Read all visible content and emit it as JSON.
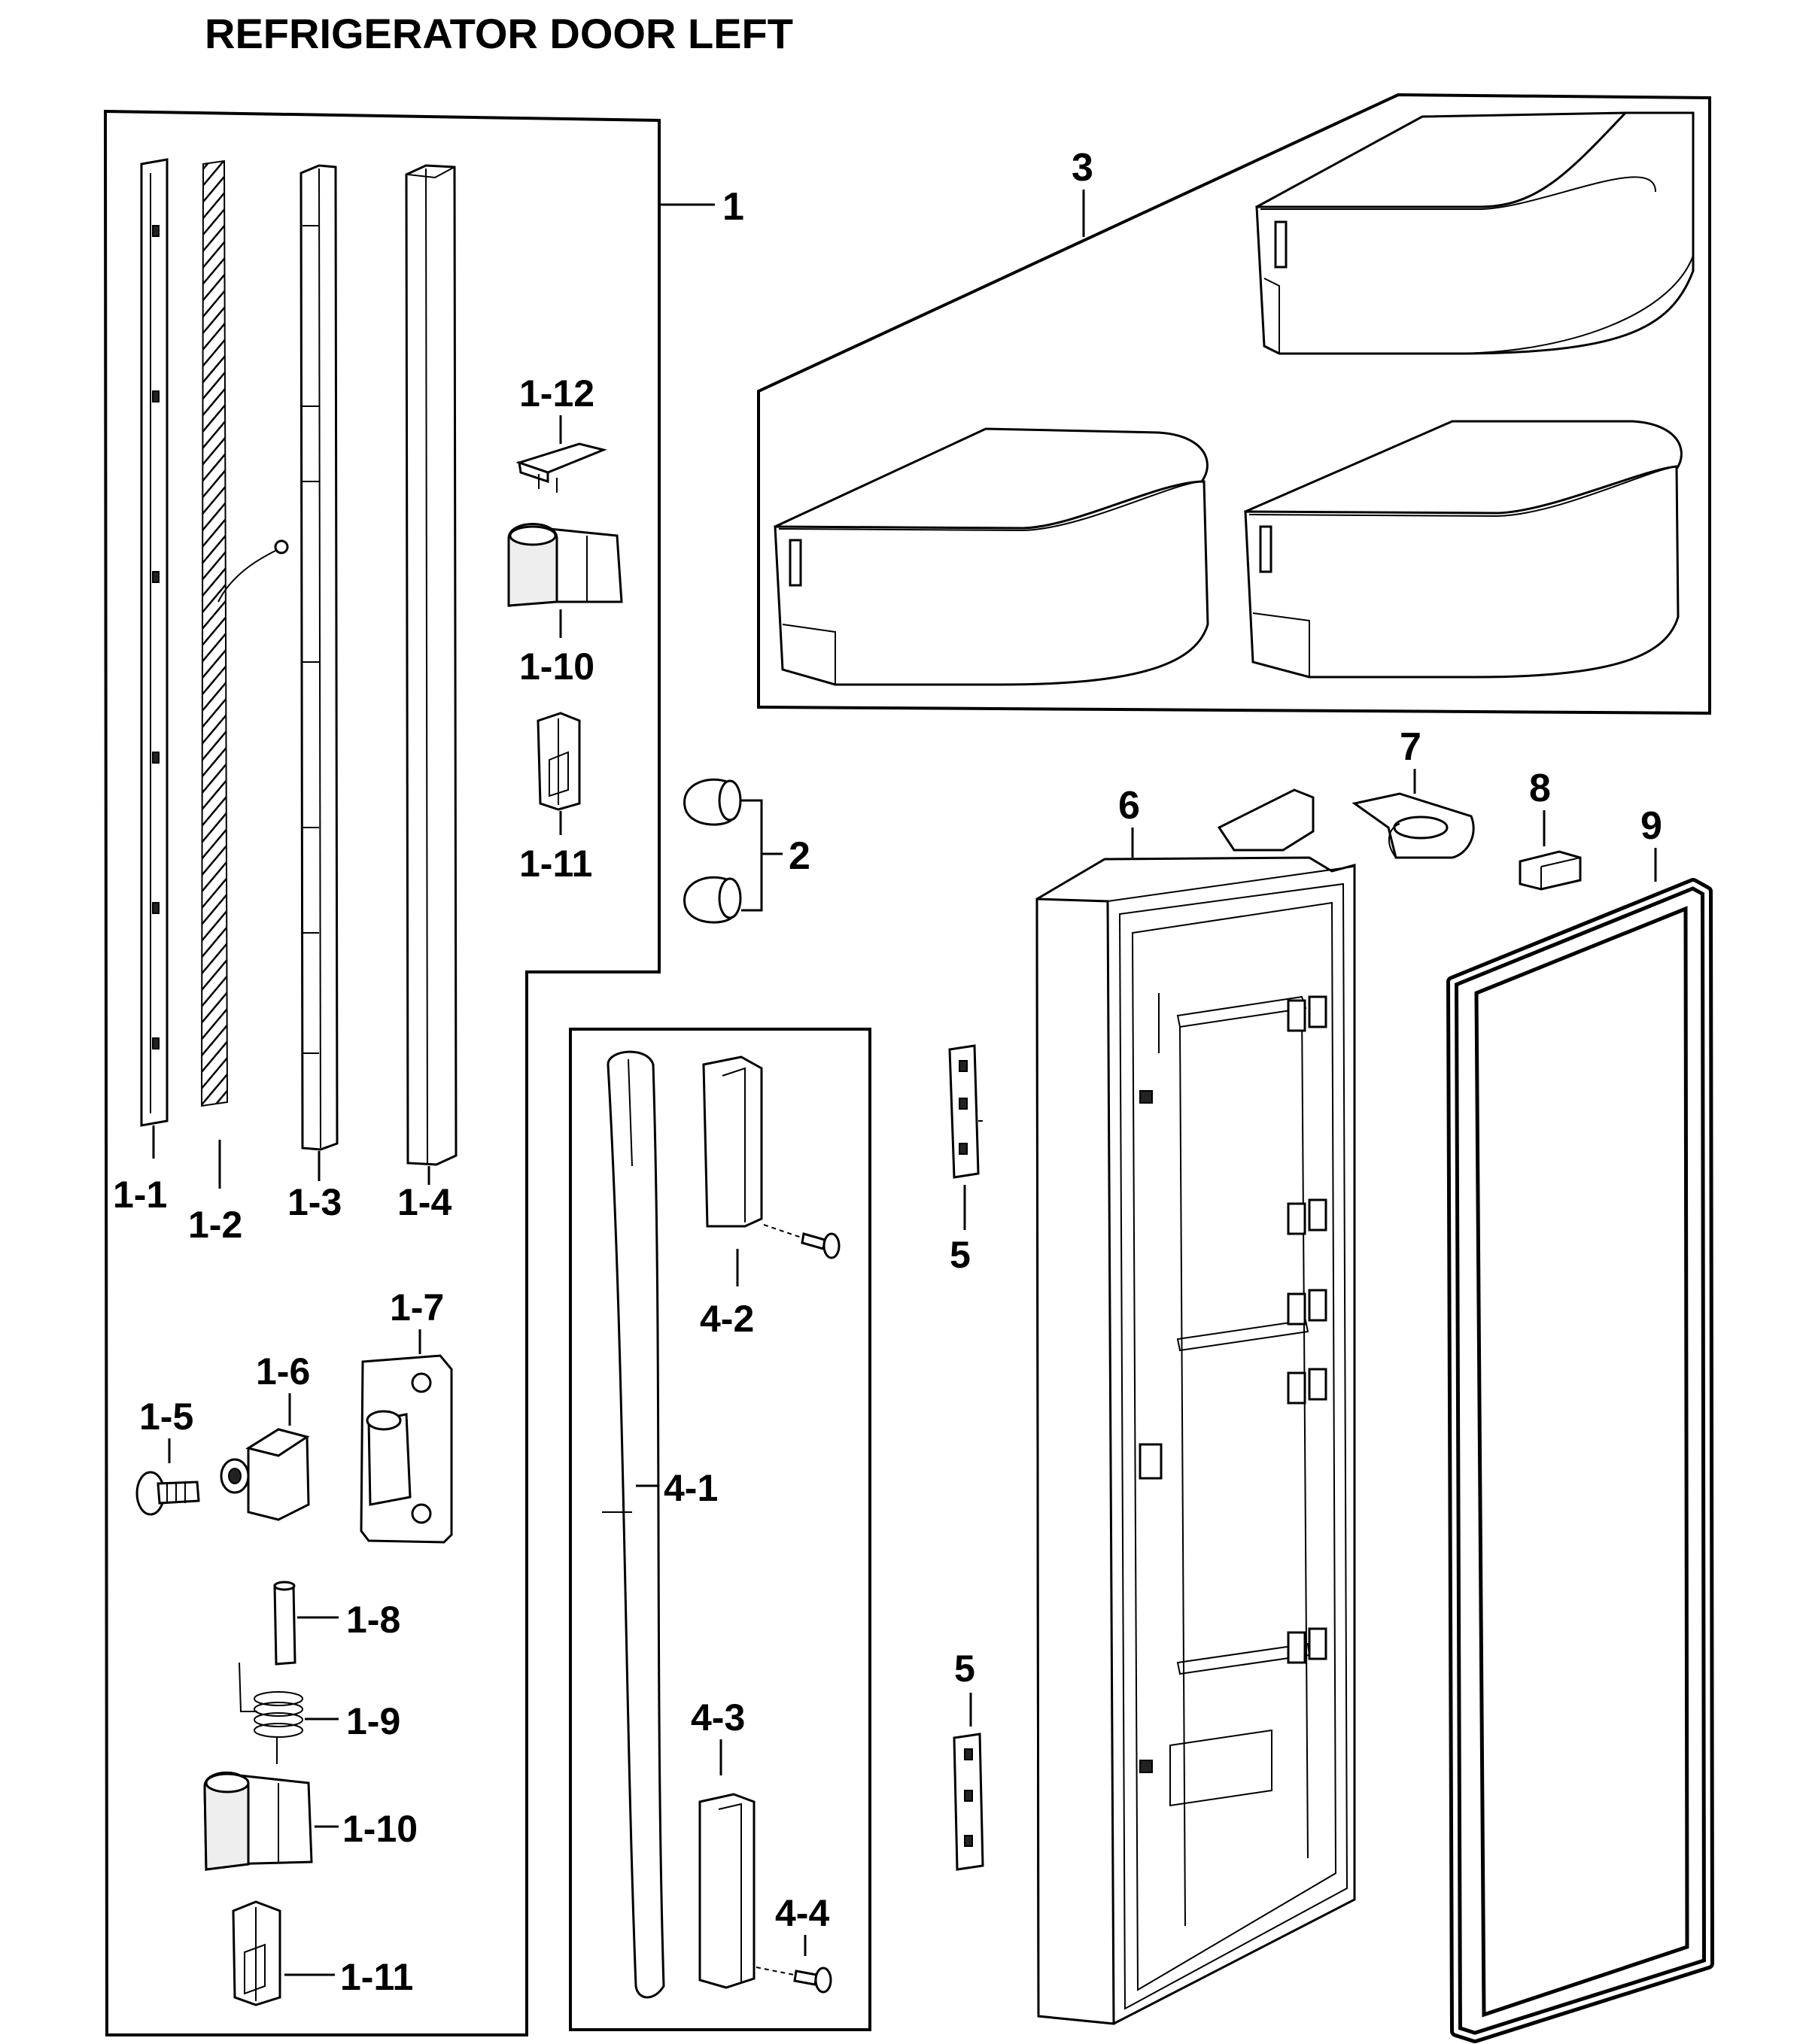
{
  "title": "REFRIGERATOR DOOR LEFT",
  "labels": {
    "l1": "1",
    "l1_1": "1-1",
    "l1_2": "1-2",
    "l1_3": "1-3",
    "l1_4": "1-4",
    "l1_5": "1-5",
    "l1_6": "1-6",
    "l1_7": "1-7",
    "l1_8": "1-8",
    "l1_9": "1-9",
    "l1_10a": "1-10",
    "l1_10b": "1-10",
    "l1_11a": "1-11",
    "l1_11b": "1-11",
    "l1_12": "1-12",
    "l2": "2",
    "l3": "3",
    "l4_1": "4-1",
    "l4_2": "4-2",
    "l4_3": "4-3",
    "l4_4": "4-4",
    "l5a": "5",
    "l5b": "5",
    "l6": "6",
    "l7": "7",
    "l8": "8",
    "l9": "9"
  }
}
